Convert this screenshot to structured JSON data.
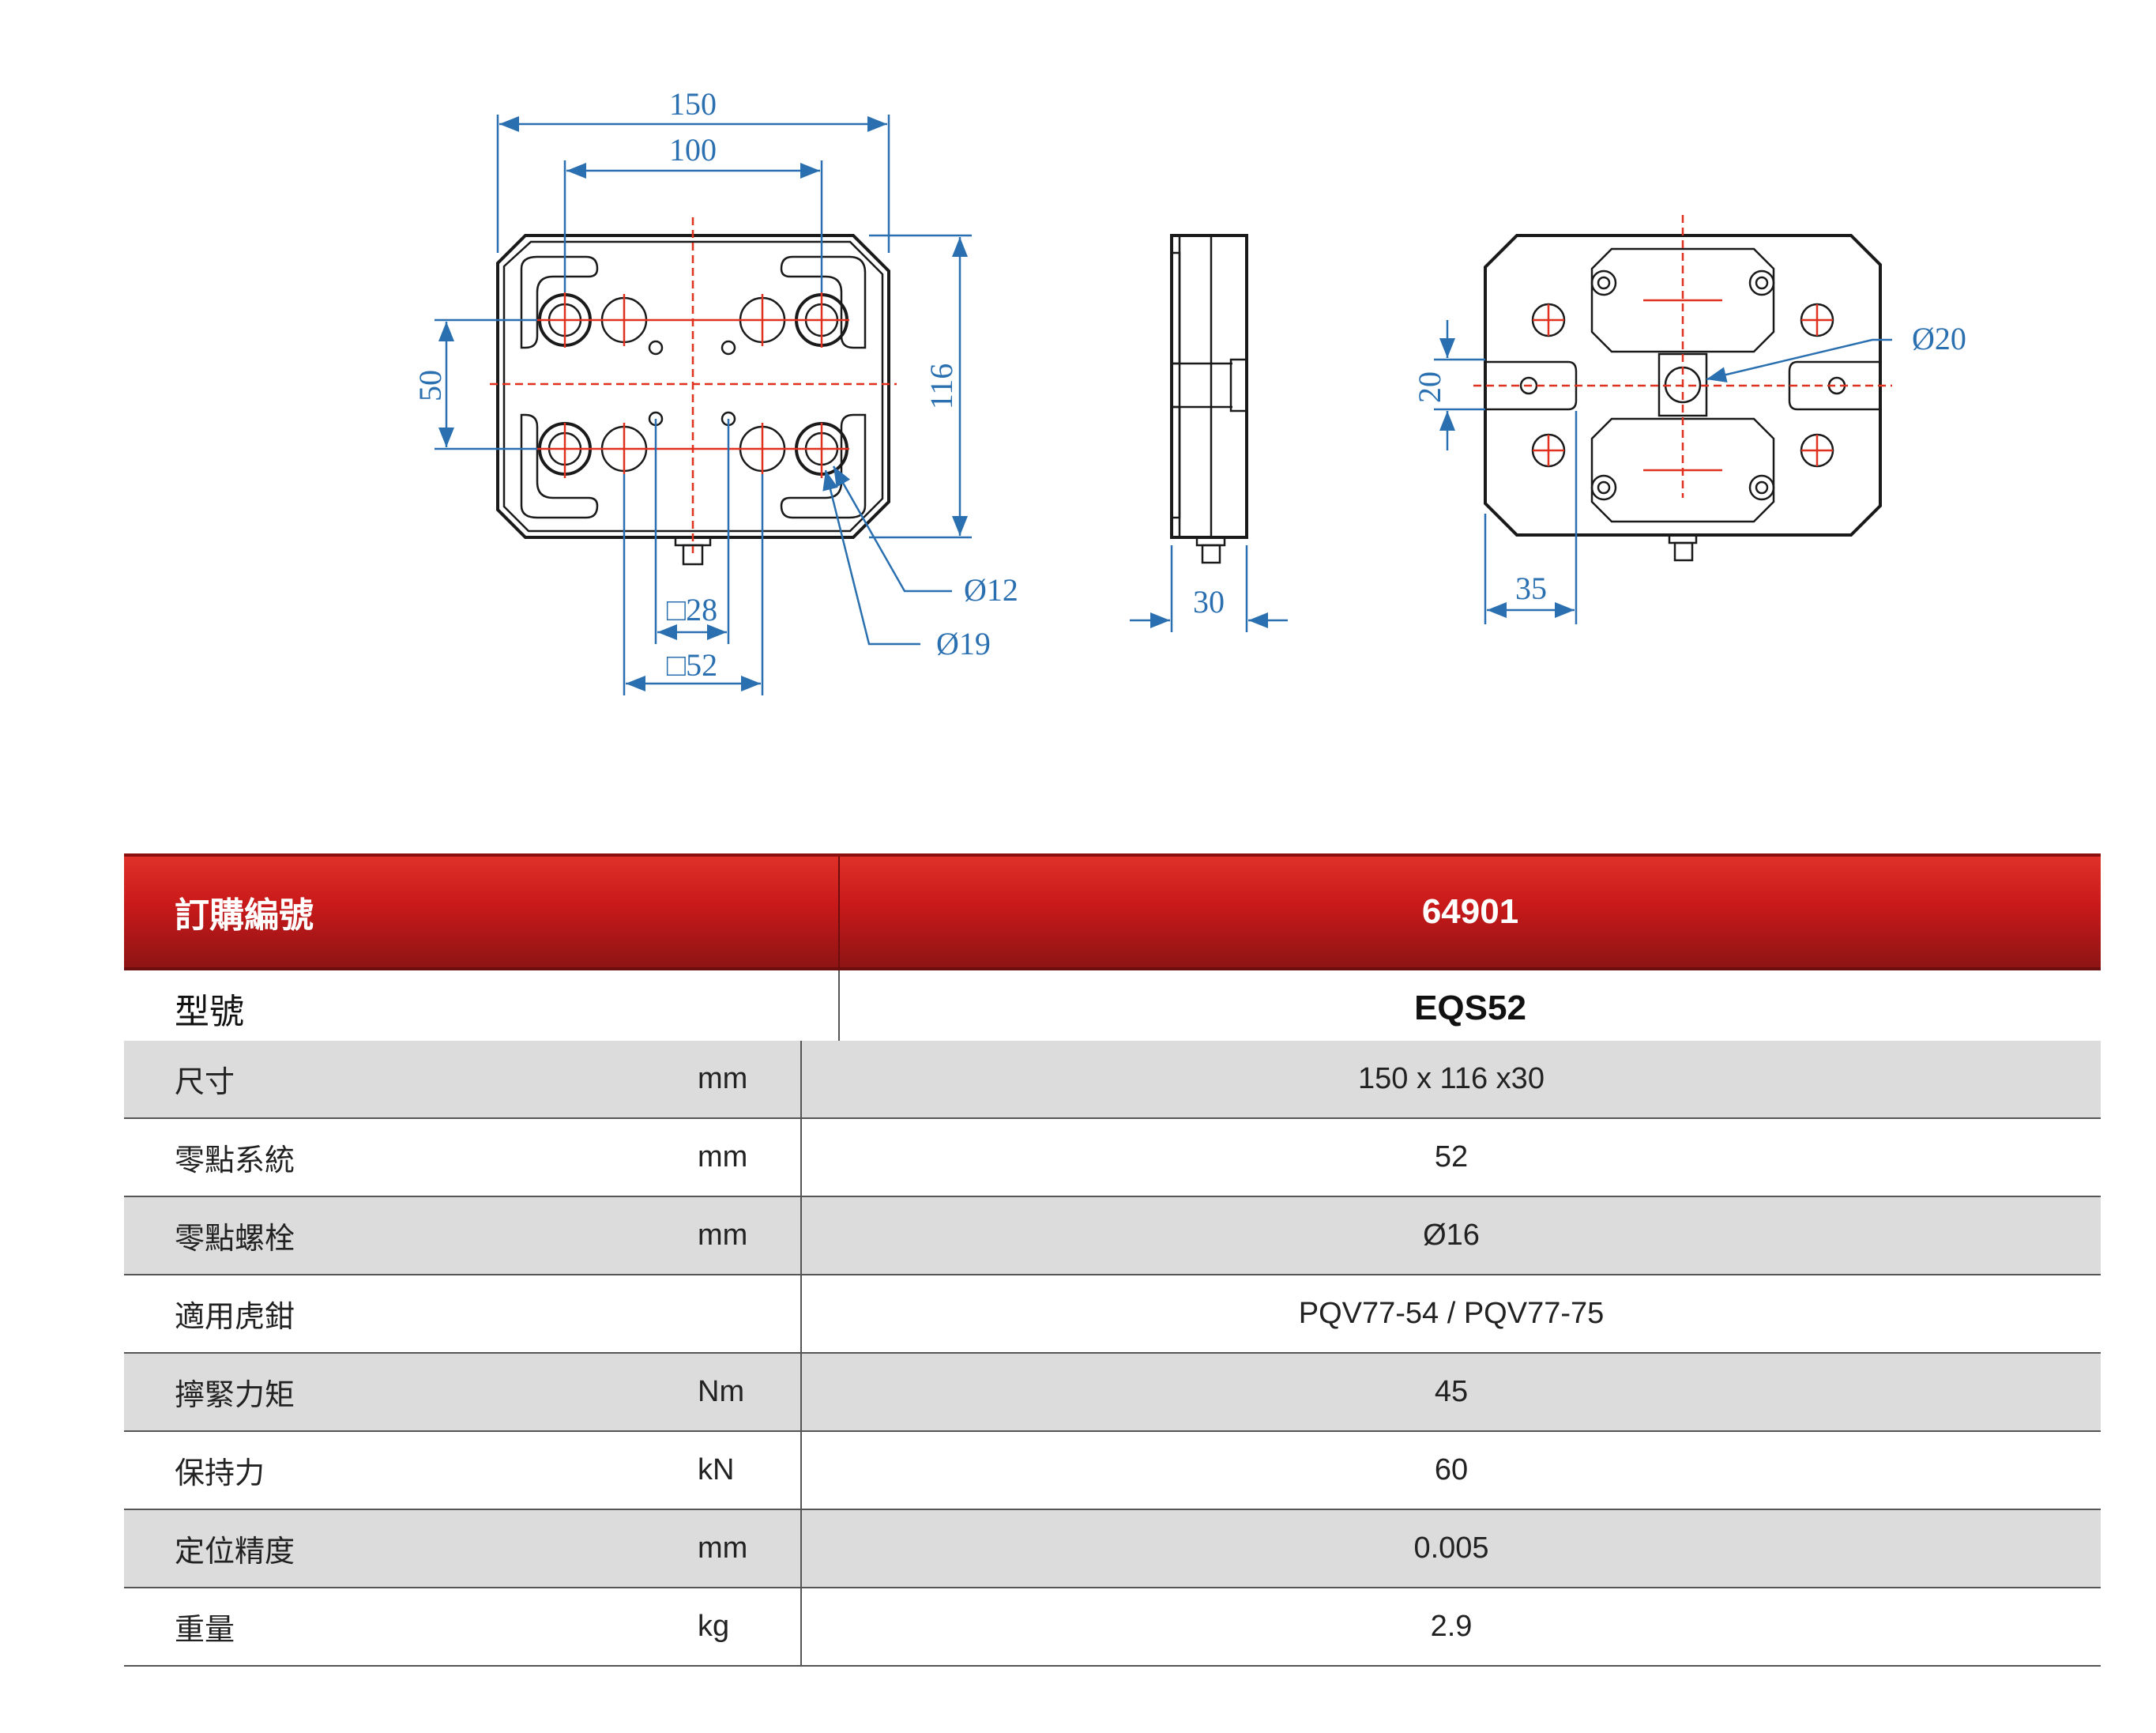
{
  "drawing": {
    "front_view": {
      "width_dim": "150",
      "hole_spacing_dim": "100",
      "vertical_spacing_dim": "50",
      "height_dim": "116",
      "small_square_dim": "□28",
      "large_square_dim": "□52",
      "dia_small": "Ø12",
      "dia_large": "Ø19"
    },
    "side_view": {
      "thickness_dim": "30"
    },
    "rear_view": {
      "dia": "Ø20",
      "slot_dim": "20",
      "offset_dim": "35"
    }
  },
  "table": {
    "header": {
      "label": "訂購編號",
      "value": "64901"
    },
    "model": {
      "label": "型號",
      "value": "EQS52"
    },
    "rows": [
      {
        "label": "尺寸",
        "unit": "mm",
        "value": "150 x 116 x30"
      },
      {
        "label": "零點系統",
        "unit": "mm",
        "value": "52"
      },
      {
        "label": "零點螺栓",
        "unit": "mm",
        "value": "Ø16"
      },
      {
        "label": "適用虎鉗",
        "unit": "",
        "value": "PQV77-54 / PQV77-75"
      },
      {
        "label": "擰緊力矩",
        "unit": "Nm",
        "value": "45"
      },
      {
        "label": "保持力",
        "unit": "kN",
        "value": "60"
      },
      {
        "label": "定位精度",
        "unit": "mm",
        "value": "0.005"
      },
      {
        "label": "重量",
        "unit": "kg",
        "value": "2.9"
      }
    ]
  }
}
